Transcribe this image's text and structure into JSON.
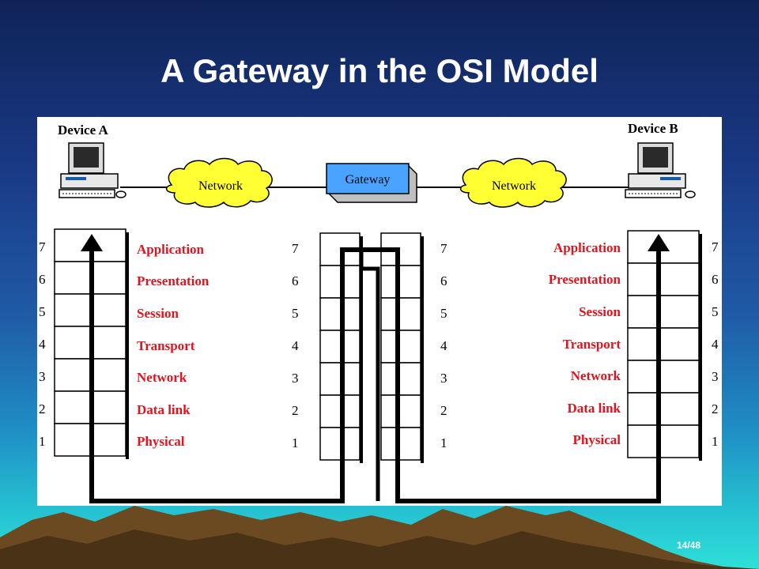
{
  "slide": {
    "title": "A Gateway in the OSI Model",
    "page_number": "14/48"
  },
  "diagram": {
    "device_a_label": "Device A",
    "device_b_label": "Device B",
    "network_left_label": "Network",
    "network_right_label": "Network",
    "gateway_label": "Gateway",
    "layer_numbers": [
      "7",
      "6",
      "5",
      "4",
      "3",
      "2",
      "1"
    ],
    "left_layers": [
      "Application",
      "Presentation",
      "Session",
      "Transport",
      "Network",
      "Data link",
      "Physical"
    ],
    "right_layers": [
      "Application",
      "Presentation",
      "Session",
      "Transport",
      "Network",
      "Data link",
      "Physical"
    ],
    "colors": {
      "layer_text": "#e0141e",
      "cloud_fill": "#ffff33",
      "gateway_fill": "#4aa3ff"
    }
  }
}
